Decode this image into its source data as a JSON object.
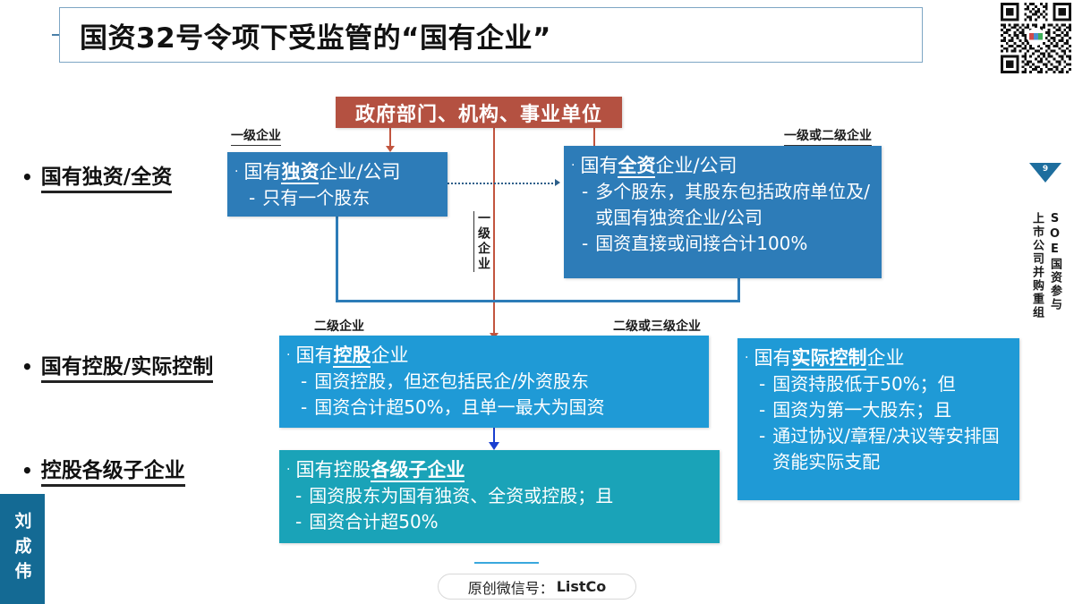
{
  "slide": {
    "title": "国资32号令项下受监管的“国有企业”",
    "page_number": "9"
  },
  "sidebar": {
    "vertical_left": "上市公司并购重组",
    "vertical_right": "SOE国资参与"
  },
  "watermark": {
    "author": "刘成伟"
  },
  "bullets": [
    {
      "dot": "•",
      "label": "国有独资/全资"
    },
    {
      "dot": "•",
      "label": "国有控股/实际控制"
    },
    {
      "dot": "•",
      "label": "控股各级子企业"
    }
  ],
  "tiers": {
    "level1_left": "一级企业",
    "level1_or_2_right": "一级或二级企业",
    "level1_vertical": "一级企业",
    "level2_left": "二级企业",
    "level2_or_3_right": "二级或三级企业"
  },
  "boxes": {
    "gov": {
      "title": "政府部门、机构、事业单位"
    },
    "sole": {
      "tick": "·",
      "title_a": "国有",
      "title_hl": "独资",
      "title_b": "企业/公司",
      "items": [
        {
          "dash": "-",
          "text": "只有一个股东"
        }
      ]
    },
    "wholly": {
      "tick": "·",
      "title_a": "国有",
      "title_hl": "全资",
      "title_b": "企业/公司",
      "items": [
        {
          "dash": "-",
          "text": "多个股东，其股东包括政府单位及/或国有独资企业/公司"
        },
        {
          "dash": "-",
          "text": "国资直接或间接合计100%"
        }
      ]
    },
    "controlling": {
      "tick": "·",
      "title_a": "国有",
      "title_hl": "控股",
      "title_b": "企业",
      "items": [
        {
          "dash": "-",
          "text": "国资控股，但还包括民企/外资股东"
        },
        {
          "dash": "-",
          "text": "国资合计超50%，且单一最大为国资"
        }
      ]
    },
    "actual_control": {
      "tick": "·",
      "title_a": "国有",
      "title_hl": "实际控制",
      "title_b": "企业",
      "items": [
        {
          "dash": "-",
          "text": "国资持股低于50%；但"
        },
        {
          "dash": "-",
          "text": "国资为第一大股东；且"
        },
        {
          "dash": "-",
          "text": "通过协议/章程/决议等安排国资能实际支配"
        }
      ]
    },
    "subsidiaries": {
      "tick": "·",
      "title_a": "国有控股",
      "title_hl": "各级子企业",
      "title_b": "",
      "items": [
        {
          "dash": "-",
          "text": "国资股东为国有独资、全资或控股；且"
        },
        {
          "dash": "-",
          "text": "国资合计超50%"
        }
      ]
    }
  },
  "footer": {
    "prefix": "原创微信号：",
    "brand": "ListCo"
  },
  "colors": {
    "red_box": "#b45141",
    "blue_box": "#2d7cb8",
    "blue_box_light": "#1f9ad6",
    "teal_box": "#1aa3b8",
    "accent": "#3aa8dd",
    "sidebar": "#146a94"
  }
}
